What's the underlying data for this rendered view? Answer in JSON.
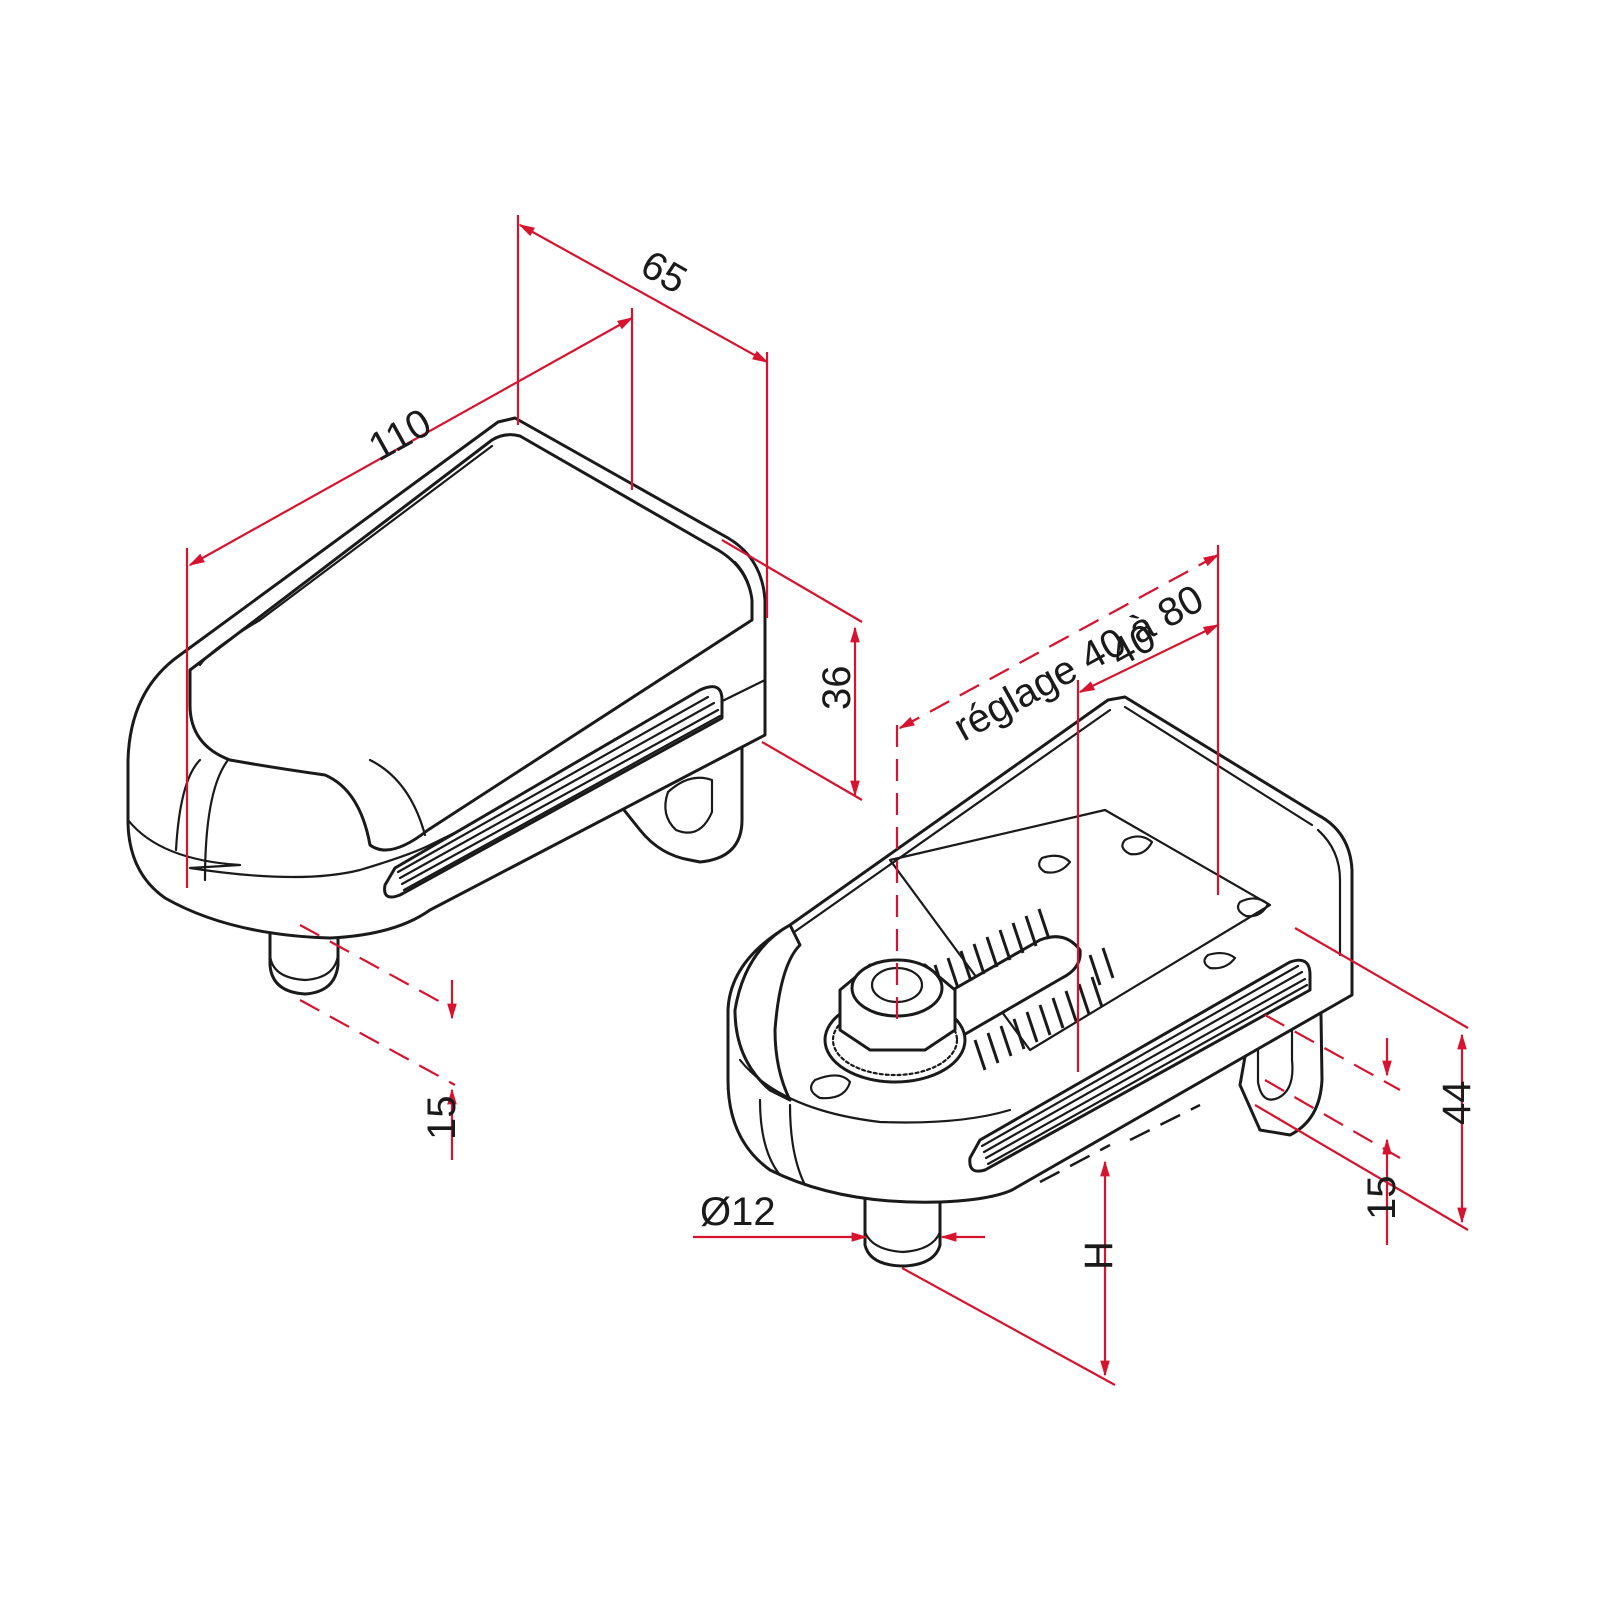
{
  "colors": {
    "dimension": "#d7142f",
    "outline": "#1a1a1a",
    "background": "#ffffff"
  },
  "left_part": {
    "dims": {
      "length": "110",
      "width": "65",
      "height": "36",
      "pin_offset": "15"
    }
  },
  "right_part": {
    "dims": {
      "adjust_range": "réglage 40 à 80",
      "adjust_min": "40",
      "total_height": "44",
      "pin_offset": "15",
      "pin_diameter": "Ø12",
      "pin_height": "H"
    }
  }
}
